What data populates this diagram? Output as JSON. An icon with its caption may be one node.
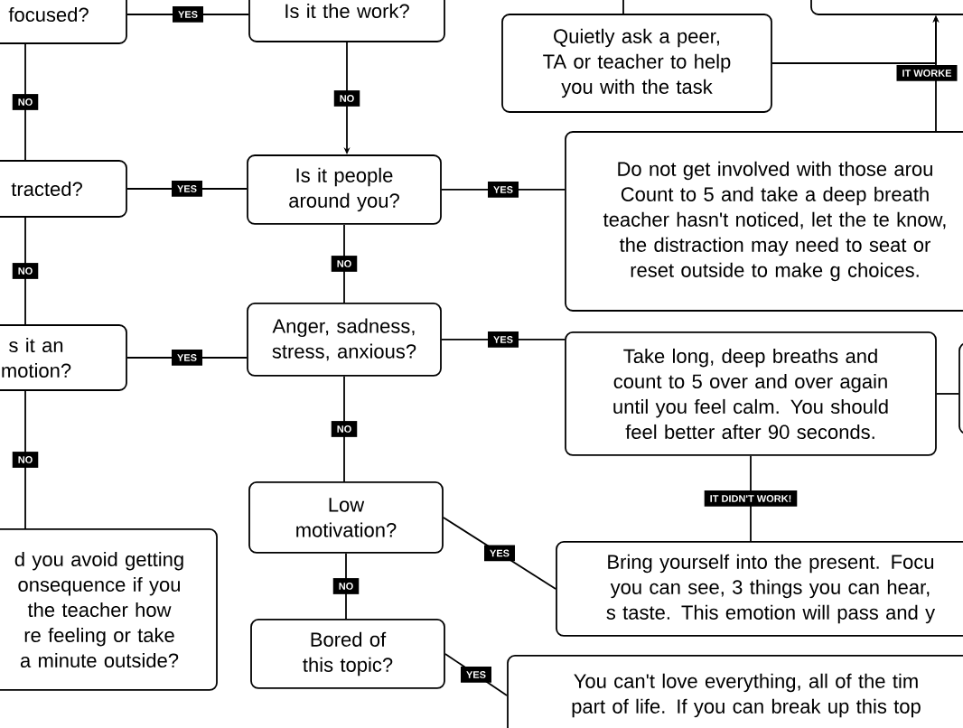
{
  "diagram": {
    "nodes": [
      {
        "text": [
          "focused?"
        ]
      },
      {
        "text": [
          "Is it the work?"
        ]
      },
      {
        "text": [],
        "shape": "box"
      },
      {
        "text": [
          "Quietly ask a peer, TA or teacher to help you with the task"
        ]
      },
      {
        "text": [
          "Is it people around you?"
        ]
      },
      {
        "text": [
          "Do not get involved with those arou Count to 5 and take a deep breath teacher hasn't noticed, let the te know, the distraction may need to seat or reset outside to make g choices."
        ]
      },
      {
        "text": [
          "tracted?"
        ]
      },
      {
        "text": [
          "Anger, sadness, stress, anxious?"
        ]
      },
      {
        "text": [
          "s it an motion?"
        ]
      },
      {
        "text": [
          "Take long, deep breaths and count to 5 over and over again until you feel calm. You should feel better after 90 seconds."
        ]
      },
      {
        "text": [],
        "shape": "box"
      },
      {
        "text": [
          "Low motivation?"
        ]
      },
      {
        "text": [
          "d you avoid getting onsequence if you the teacher how re feeling or take a minute outside?"
        ]
      },
      {
        "text": [
          "Bring yourself into the present. Focu you can see, 3 things you can hear, s taste. This emotion will pass and y"
        ]
      },
      {
        "text": [
          "Bored of this topic?"
        ]
      },
      {
        "text": [
          "You can't love everything, all of the tim part of life. If you can break up this top"
        ]
      }
    ],
    "edges": [
      {
        "from": 0,
        "to": 1,
        "arrow": "none",
        "label": "YES"
      },
      {
        "from": 0,
        "to": 6,
        "arrow": "none",
        "label": "NO"
      },
      {
        "from": 1,
        "to": 4,
        "arrow": "to",
        "label": "NO"
      },
      {
        "from": null,
        "to": 3,
        "arrow": "none"
      },
      {
        "from": 3,
        "to": 2,
        "arrow": "to"
      },
      {
        "from": 5,
        "to": 2,
        "arrow": "to",
        "label": "IT WORKE"
      },
      {
        "from": 6,
        "to": 4,
        "arrow": "none",
        "label": "YES"
      },
      {
        "from": 4,
        "to": 5,
        "arrow": "none",
        "label": "YES"
      },
      {
        "from": 6,
        "to": 8,
        "arrow": "none",
        "label": "NO"
      },
      {
        "from": 4,
        "to": 7,
        "arrow": "none",
        "label": "NO"
      },
      {
        "from": 8,
        "to": 7,
        "arrow": "none",
        "label": "YES"
      },
      {
        "from": 7,
        "to": 9,
        "arrow": "none",
        "label": "YES"
      },
      {
        "from": 9,
        "to": 10,
        "arrow": "none"
      },
      {
        "from": 9,
        "to": 13,
        "arrow": "none",
        "label": "IT DIDN'T WORK!"
      },
      {
        "from": 8,
        "to": 12,
        "arrow": "none",
        "label": "NO"
      },
      {
        "from": 7,
        "to": 11,
        "arrow": "none",
        "label": "NO"
      },
      {
        "from": 11,
        "to": 13,
        "arrow": "none",
        "label": "YES"
      },
      {
        "from": 11,
        "to": 14,
        "arrow": "none",
        "label": "NO"
      },
      {
        "from": 14,
        "to": 15,
        "arrow": "none",
        "label": "YES"
      }
    ]
  }
}
